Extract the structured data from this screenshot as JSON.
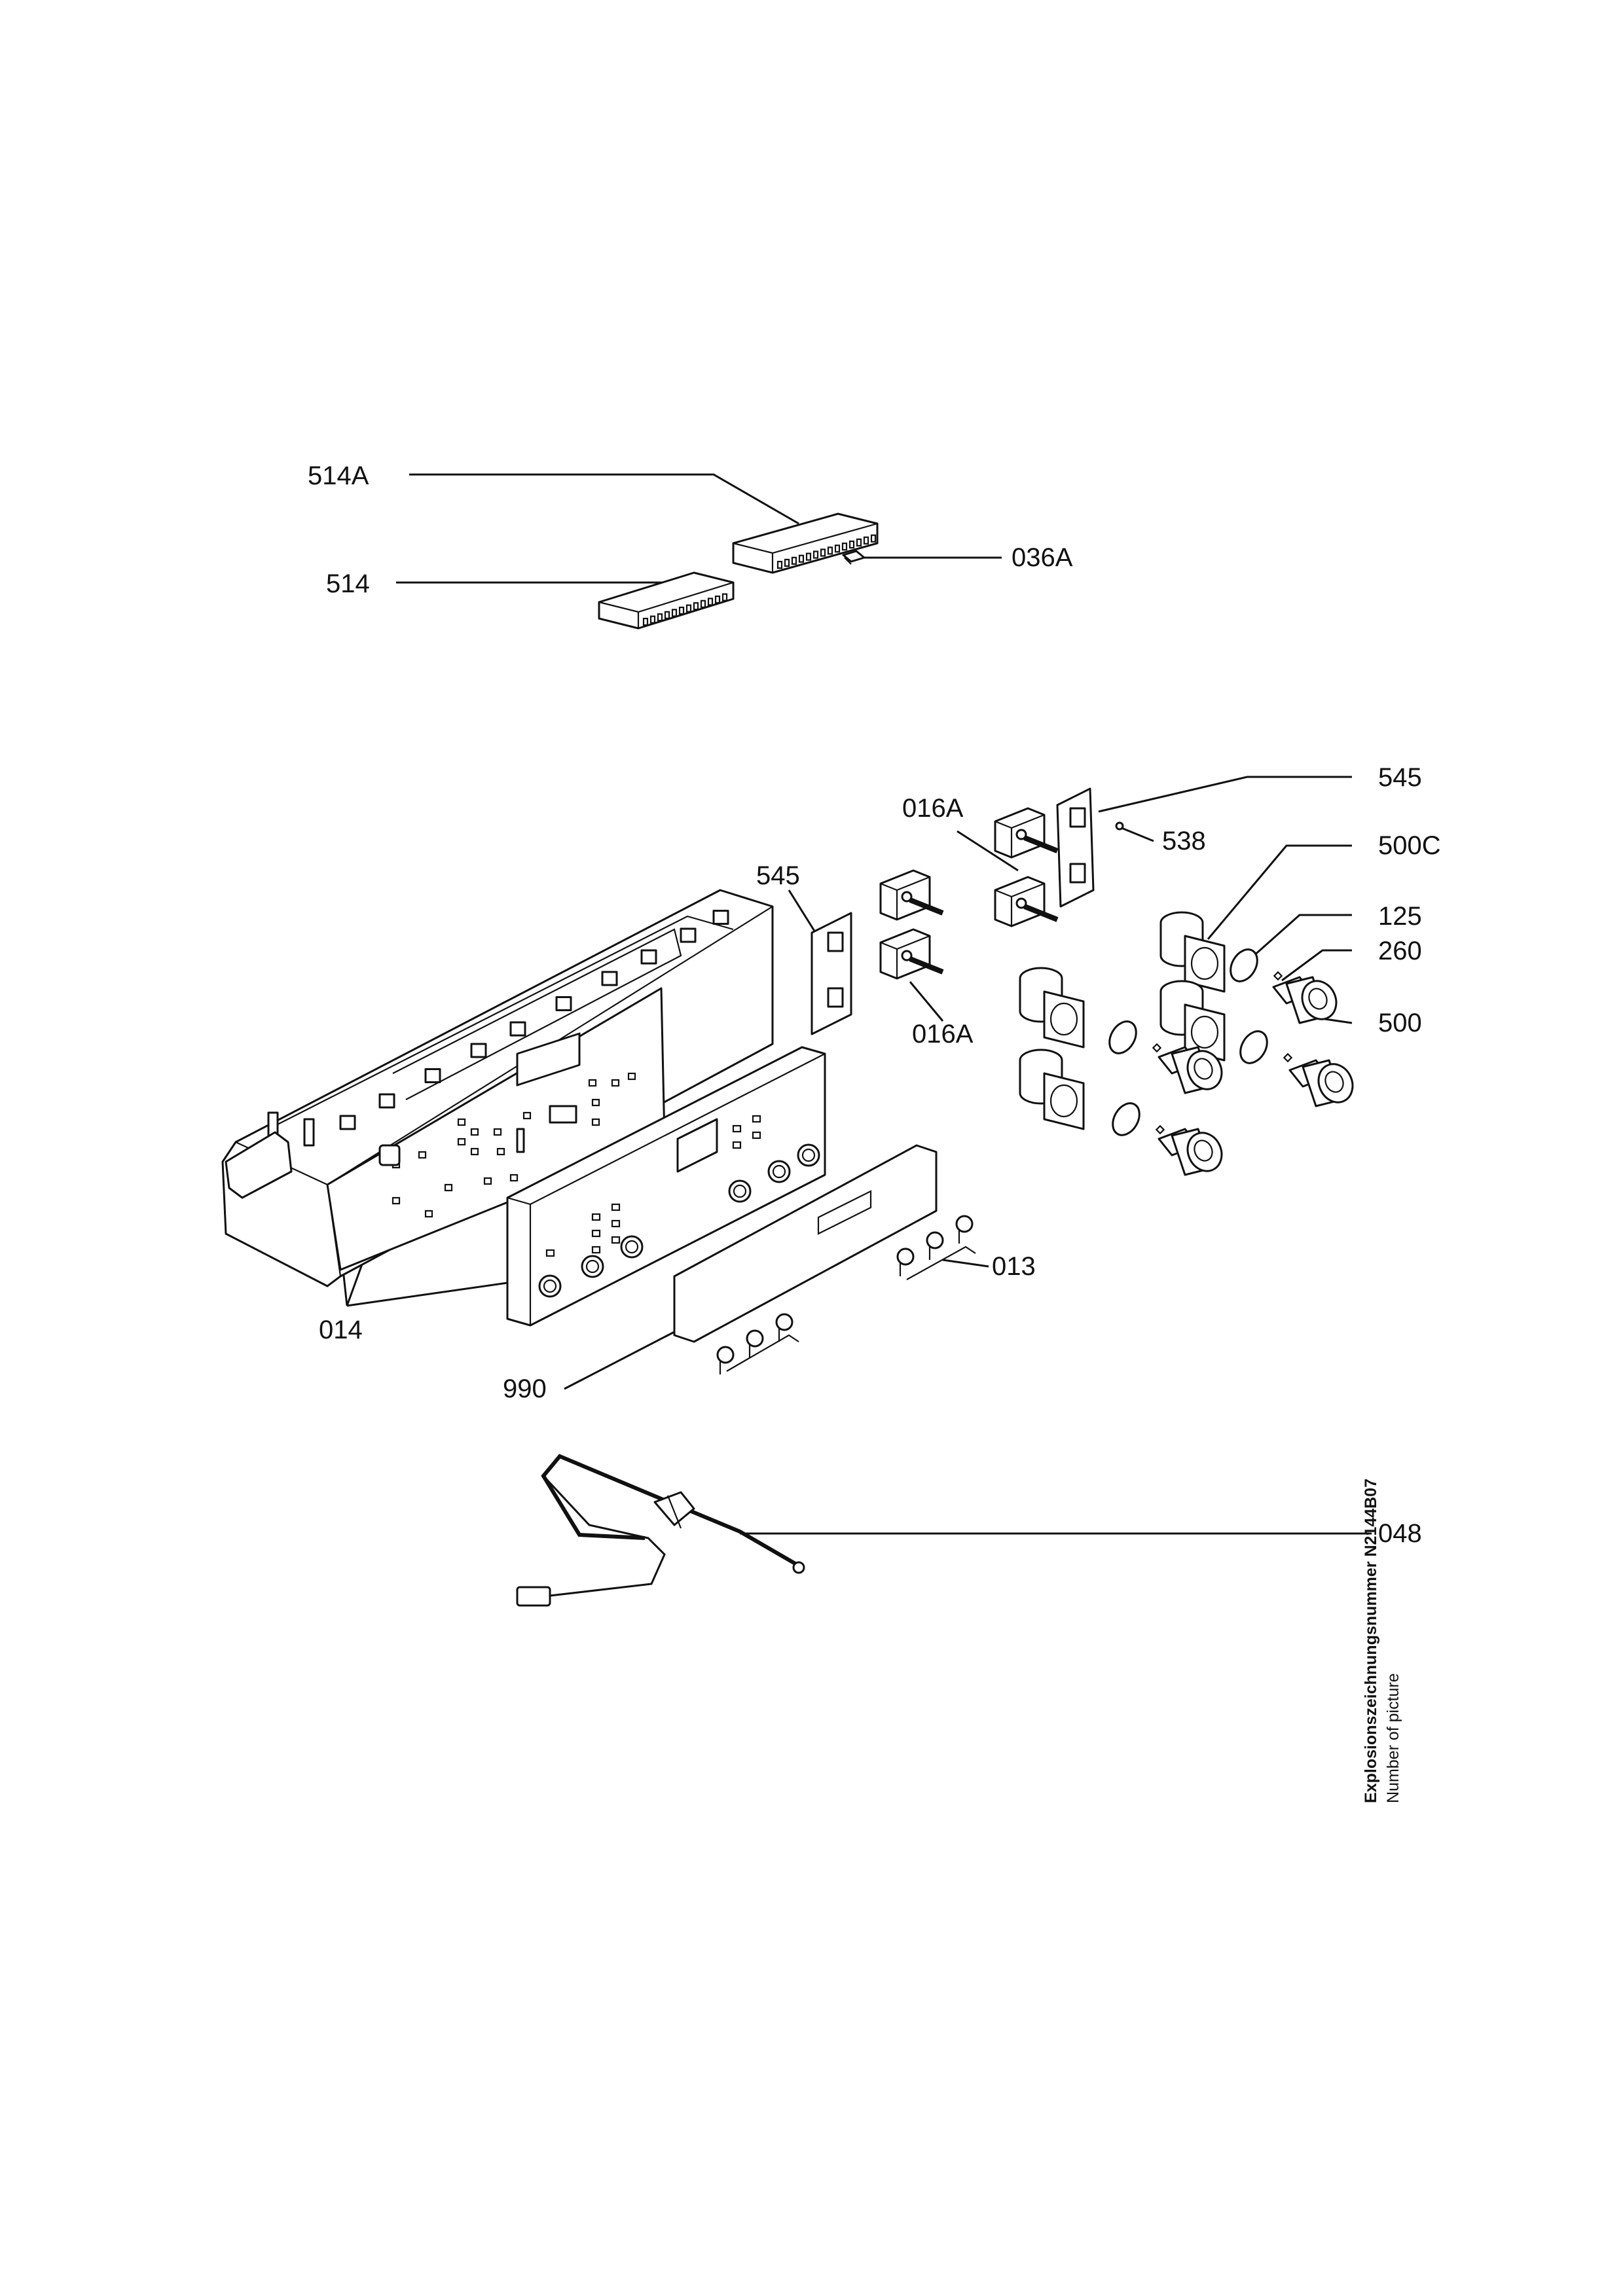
{
  "labels": {
    "p514A": "514A",
    "p514": "514",
    "p036A": "036A",
    "p545_top": "545",
    "p016A_top": "016A",
    "p538": "538",
    "p500C": "500C",
    "p545_left": "545",
    "p125": "125",
    "p260": "260",
    "p500": "500",
    "p016A_bottom": "016A",
    "p013": "013",
    "p014": "014",
    "p990": "990",
    "p048": "048"
  },
  "reference": {
    "title": "Explosionszeichnungsnummer N2144B07",
    "subtitle": "Number of picture"
  }
}
